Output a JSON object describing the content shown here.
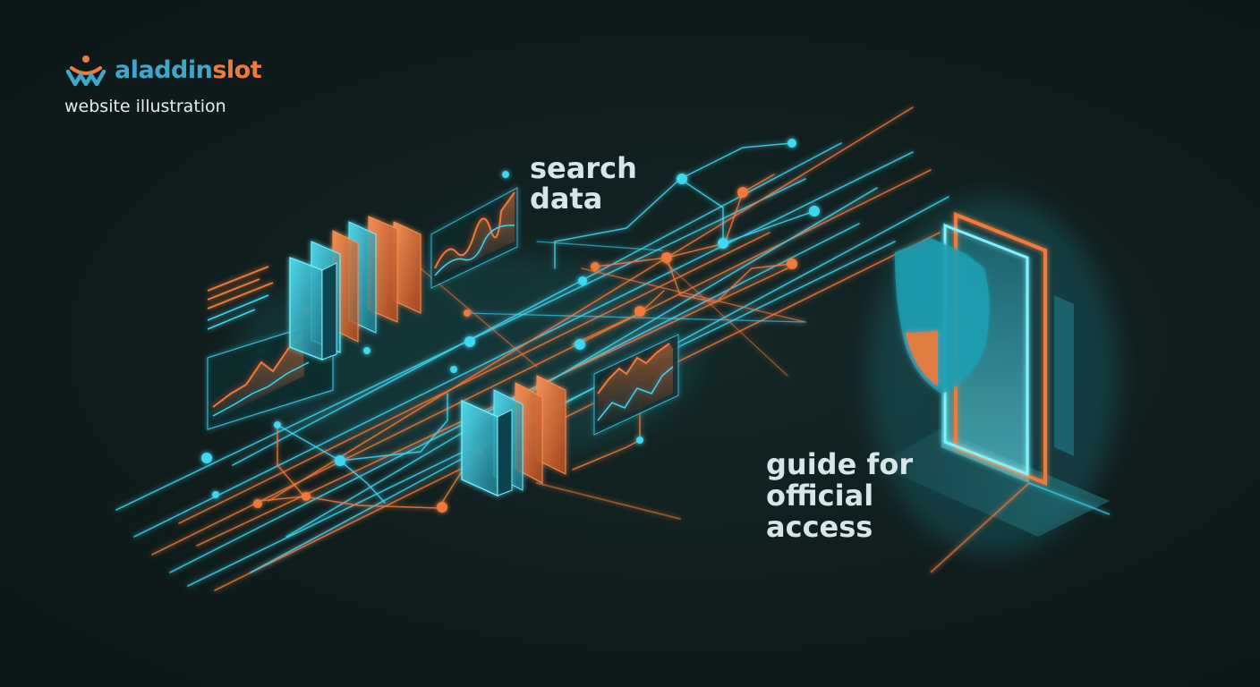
{
  "brand": {
    "name_part_1": "aladdin",
    "name_part_2": "slot",
    "tagline": "website illustration",
    "colors": {
      "primary": "#3fa7c9",
      "accent": "#f07a3a"
    },
    "icon": "genie-lamp-logo-icon"
  },
  "labels": {
    "search": [
      "search",
      "data"
    ],
    "guide": [
      "guide for",
      "official",
      "access"
    ]
  },
  "palette": {
    "background": "#0f1c1c",
    "cyan": "#40d8f0",
    "orange": "#f07a3a"
  },
  "illustration": {
    "elements": [
      "data-network-lines",
      "book-stacks",
      "line-charts",
      "glowing-doorway",
      "shield-icon"
    ]
  }
}
